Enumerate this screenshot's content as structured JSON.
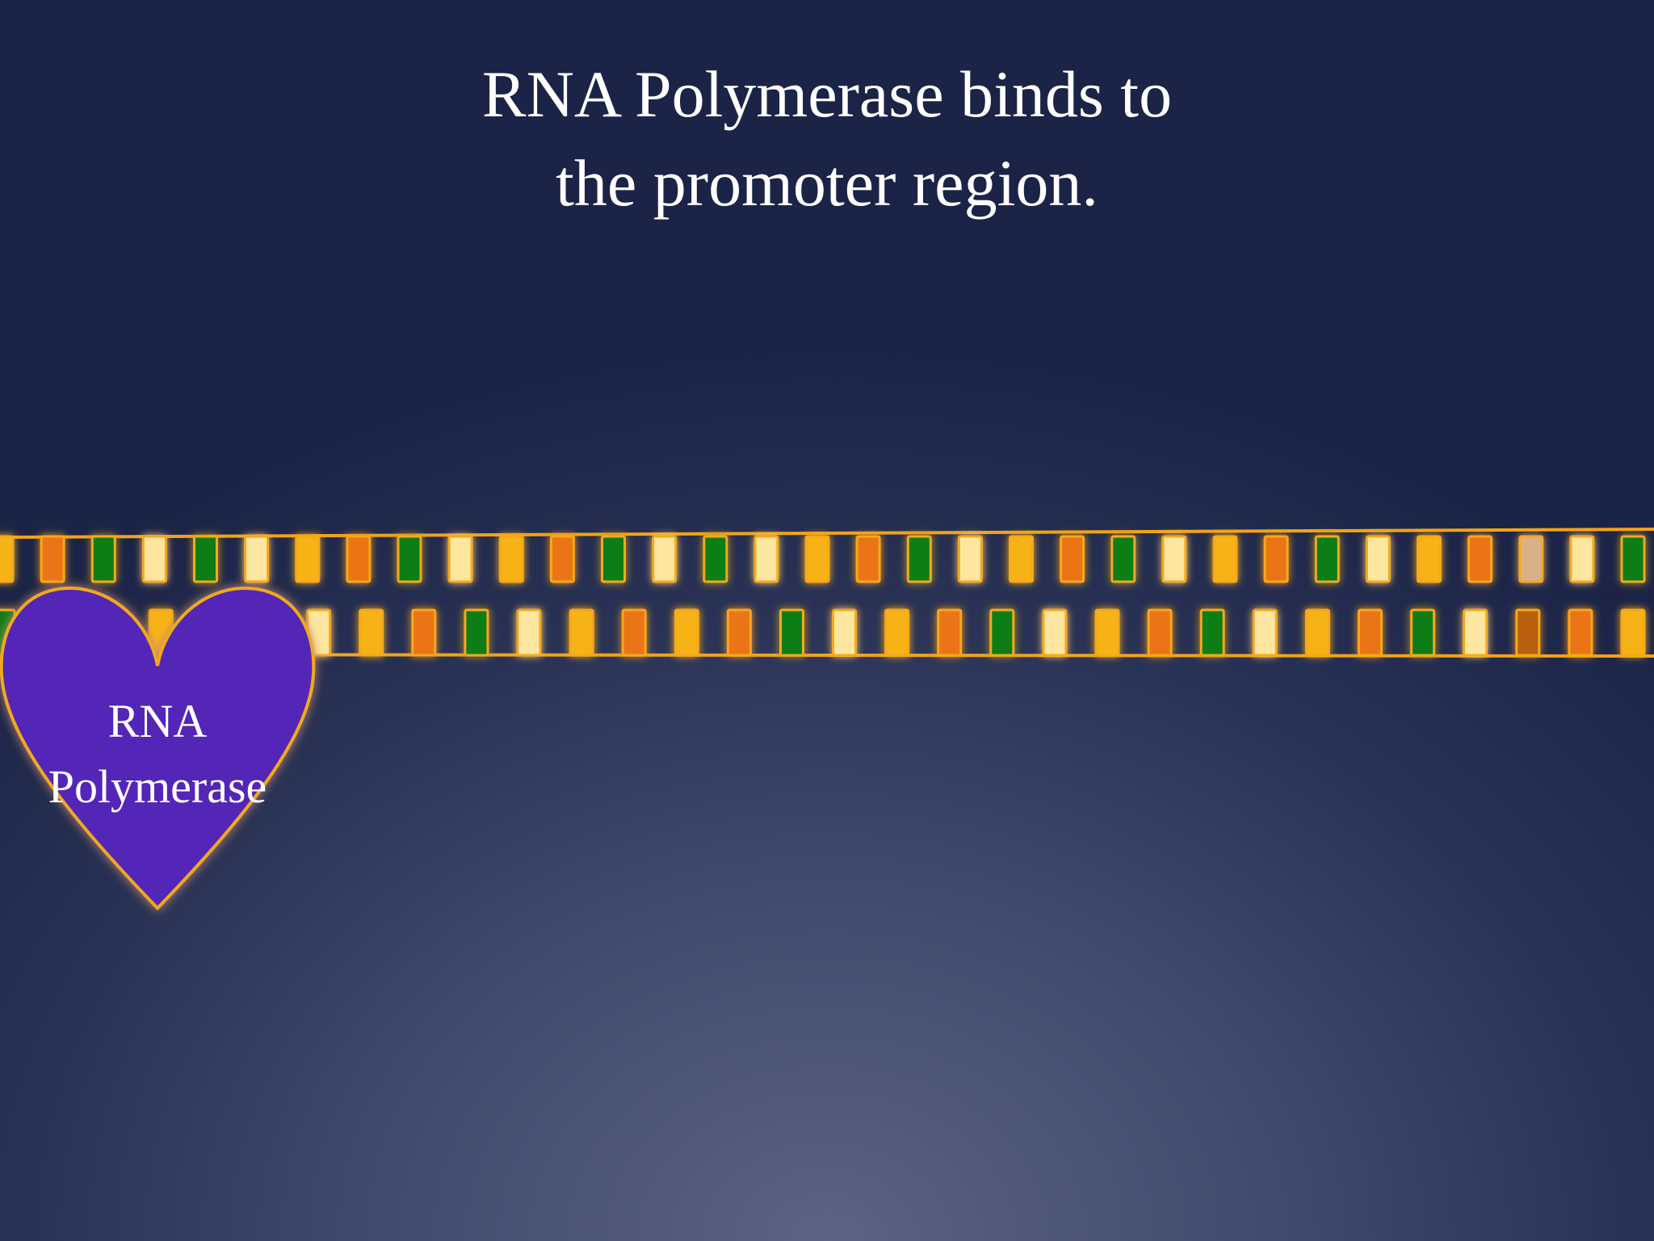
{
  "title": {
    "line1": "RNA Polymerase binds to",
    "line2": "the promoter region."
  },
  "enzyme": {
    "label_line1": "RNA",
    "label_line2": "Polymerase",
    "fill": "#5226b8",
    "outline": "#f0a91b"
  },
  "dna": {
    "backbone_color": "#f2a416",
    "base_colors": {
      "yellow": "#f7b215",
      "orange": "#eb7412",
      "green": "#0f7d15",
      "pale": "#fde7a0",
      "tan": "#d9b188",
      "brown": "#b8610c",
      "edge": "#f5a81a"
    },
    "top_strand": [
      "yellow",
      "orange",
      "green",
      "pale",
      "green",
      "pale",
      "yellow",
      "orange",
      "green",
      "pale",
      "yellow",
      "orange",
      "green",
      "pale",
      "green",
      "pale",
      "yellow",
      "orange",
      "green",
      "pale",
      "yellow",
      "orange",
      "green",
      "pale",
      "yellow",
      "orange",
      "green",
      "pale",
      "yellow",
      "orange",
      "tan",
      "pale",
      "green"
    ],
    "bottom_strand": [
      "green",
      "yellow",
      "orange",
      "yellow",
      "green",
      "yellow",
      "pale",
      "yellow",
      "orange",
      "green",
      "pale",
      "yellow",
      "orange",
      "yellow",
      "orange",
      "green",
      "pale",
      "yellow",
      "orange",
      "green",
      "pale",
      "yellow",
      "orange",
      "green",
      "pale",
      "yellow",
      "orange",
      "green",
      "pale",
      "brown",
      "orange",
      "yellow"
    ]
  }
}
